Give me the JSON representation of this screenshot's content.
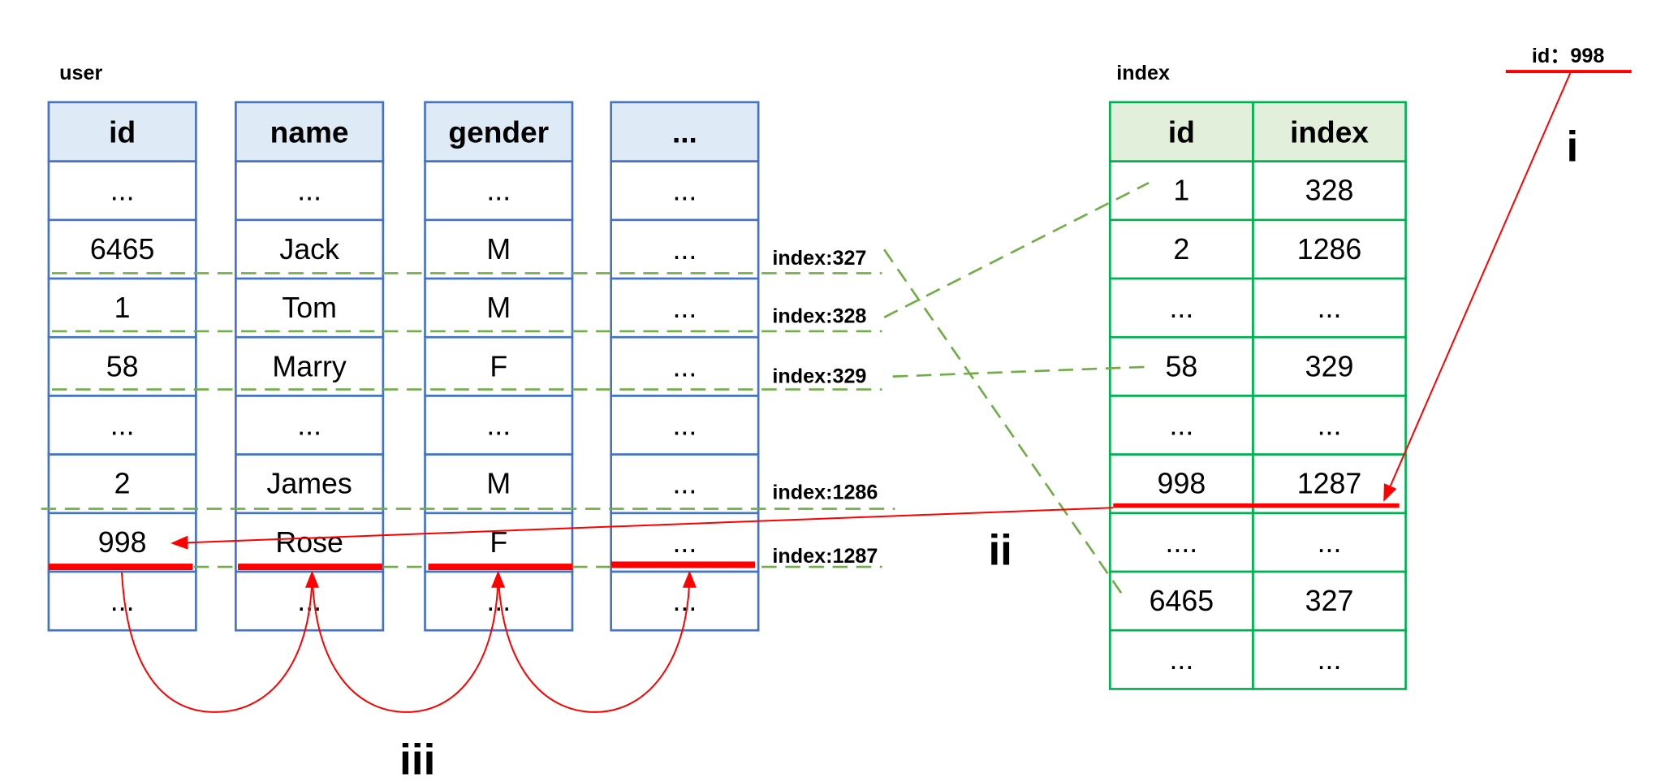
{
  "colors": {
    "user_border": "#4472C4",
    "user_header": "#DEEBF7",
    "index_border": "#00B050",
    "index_header": "#E2EFDA",
    "link": "#70AD47",
    "highlight": "#FF0000"
  },
  "user_table": {
    "label": "user",
    "columns": [
      {
        "header": "id",
        "cells": [
          "...",
          "6465",
          "1",
          "58",
          "...",
          "2",
          "998",
          "..."
        ]
      },
      {
        "header": "name",
        "cells": [
          "...",
          "Jack",
          "Tom",
          "Marry",
          "...",
          "James",
          "Rose",
          "..."
        ]
      },
      {
        "header": "gender",
        "cells": [
          "...",
          "M",
          "M",
          "F",
          "...",
          "M",
          "F",
          "..."
        ]
      },
      {
        "header": "...",
        "cells": [
          "...",
          "...",
          "...",
          "...",
          "...",
          "...",
          "...",
          "..."
        ]
      }
    ]
  },
  "index_labels": [
    "index:327",
    "index:328",
    "index:329",
    "index:1286",
    "index:1287"
  ],
  "index_table": {
    "label": "index",
    "headers": [
      "id",
      "index"
    ],
    "rows": [
      [
        "1",
        "328"
      ],
      [
        "2",
        "1286"
      ],
      [
        "...",
        "..."
      ],
      [
        "58",
        "329"
      ],
      [
        "...",
        "..."
      ],
      [
        "998",
        "1287"
      ],
      [
        "....",
        "..."
      ],
      [
        "6465",
        "327"
      ],
      [
        "...",
        "..."
      ]
    ]
  },
  "query": "id：998",
  "steps": {
    "one": "i",
    "two": "ii",
    "three": "iii"
  }
}
